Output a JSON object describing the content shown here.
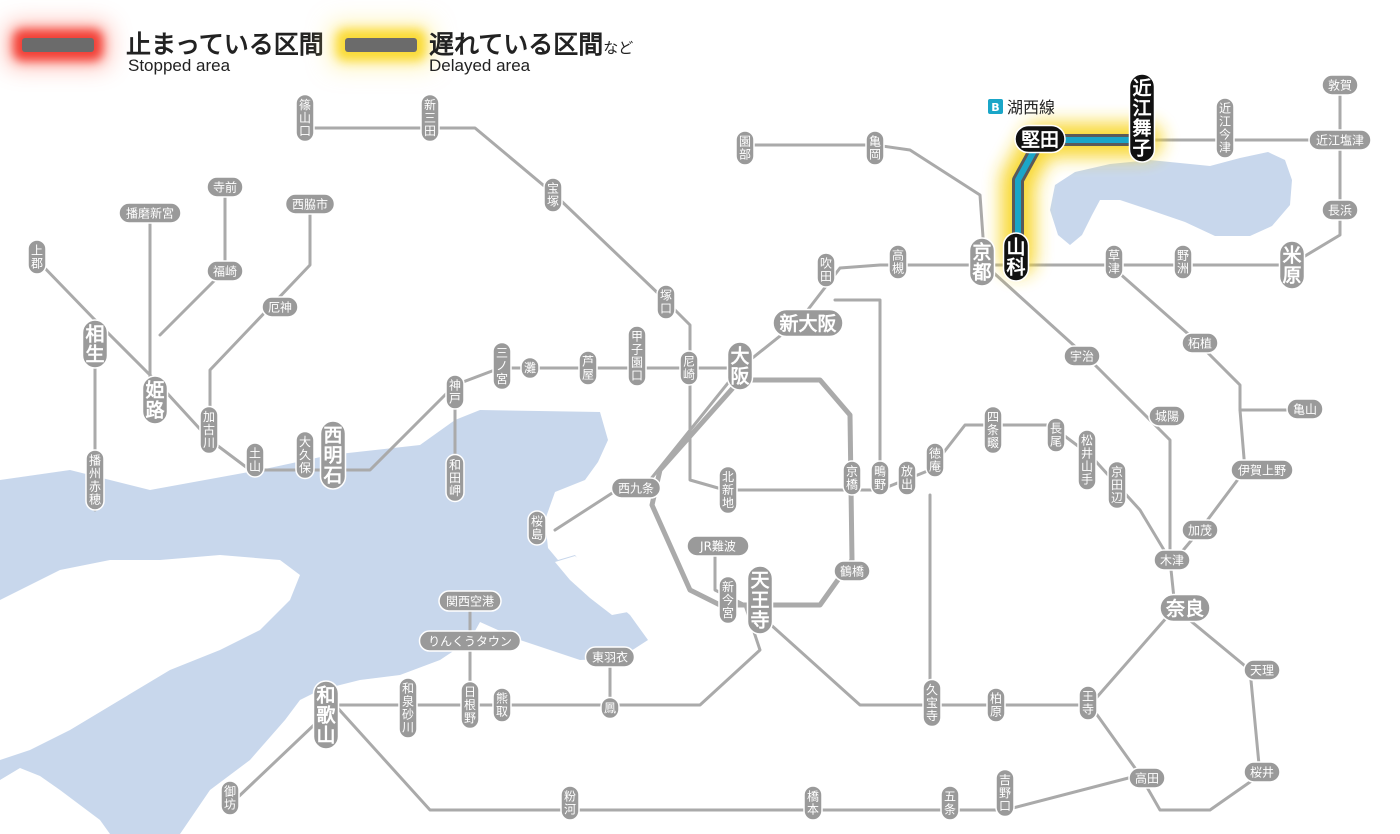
{
  "legend": {
    "stopped": {
      "ja": "止まっている区間",
      "en": "Stopped area",
      "color": "#f02a1e"
    },
    "delayed": {
      "ja": "遅れている区間",
      "suffix": "など",
      "en": "Delayed area",
      "color": "#f8d628"
    }
  },
  "line_label": {
    "badge": "B",
    "name": "湖西線",
    "color": "#1aa6c8"
  },
  "delayed_section": [
    "山科",
    "堅田",
    "近江舞子"
  ],
  "stations": {
    "sasayamaguchi": "篠山口",
    "shinsanda": "新三田",
    "sonobe": "園部",
    "kameoka": "亀岡",
    "tsuruga": "敦賀",
    "omiimazu": "近江今津",
    "omishiotsu": "近江塩津",
    "nagahama": "長浜",
    "katata": "堅田",
    "omimaiko": "近江舞子",
    "takarazuka": "宝塚",
    "terasaki": "寺前",
    "harimashingu": "播磨新宮",
    "nishiwakishi": "西脇市",
    "kamigori": "上郡",
    "fukusaki": "福崎",
    "yakujin": "厄神",
    "aioi": "相生",
    "himeji": "姫路",
    "kakogawa": "加古川",
    "tsukaguchi": "塚口",
    "suita": "吹田",
    "takatsuki": "高槻",
    "kyoto": "京都",
    "yamashina": "山科",
    "kusatsu": "草津",
    "yasu": "野洲",
    "maibara": "米原",
    "shinosaka": "新大阪",
    "sannomiya": "三ノ宮",
    "nada": "灘",
    "ashiya": "芦屋",
    "koshienguchi": "甲子園口",
    "amagasaki": "尼崎",
    "osaka": "大阪",
    "kobe": "神戸",
    "wadamisaki": "和田岬",
    "nishiakashi": "西明石",
    "okubo": "大久保",
    "tsuchiyama": "土山",
    "banshuako": "播州赤穂",
    "uji": "宇治",
    "tsuge": "柘植",
    "kameyama": "亀山",
    "kizugawadai": "松井山手",
    "kyotanabe": "京田辺",
    "joyo": "城陽",
    "iga": "伊賀上野",
    "kamo": "加茂",
    "kizu": "木津",
    "nara": "奈良",
    "tenri": "天理",
    "sakurai": "桜井",
    "nishikujo": "西九条",
    "sakurajima": "桜島",
    "kitashinchi": "北新地",
    "kyobashi": "京橋",
    "hanaten": "放出",
    "shigino": "鴫野",
    "tokuan": "徳庵",
    "shijonawate": "四条畷",
    "nagao": "長尾",
    "jrnamba": "JR難波",
    "shinimamiya": "新今宮",
    "tennoji": "天王寺",
    "tsuruhashi": "鶴橋",
    "kansaiairport": "関西空港",
    "rinku": "りんくうタウン",
    "higashihagoromo": "東羽衣",
    "otori": "鳳",
    "kumatori": "熊取",
    "hineno": "日根野",
    "izumisunagawa": "和泉砂川",
    "wakayama": "和歌山",
    "gobo": "御坊",
    "kyuhoji": "久宝寺",
    "kashiwara": "柏原",
    "oji": "王寺",
    "takada": "高田",
    "konakawa": "粉河",
    "hashimoto": "橋本",
    "gojo": "五条",
    "yoshinoguchi": "吉野口"
  }
}
